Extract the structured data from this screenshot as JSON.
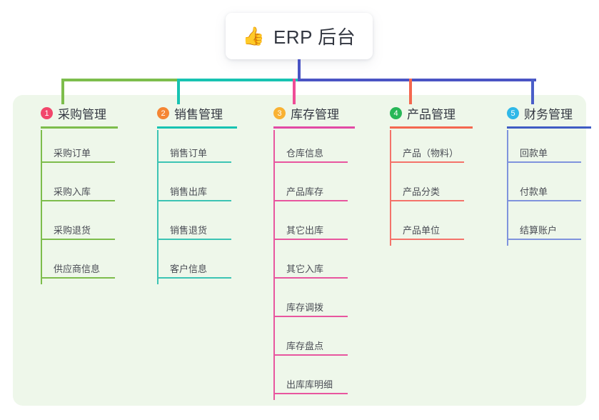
{
  "root": {
    "title": "ERP 后台",
    "icon": "thumbs-up-icon",
    "emoji": "👍"
  },
  "panel": {
    "background": "#eef7ea"
  },
  "trunk": {
    "color": "#4a54c4"
  },
  "columns": [
    {
      "number": "1",
      "label": "采购管理",
      "badge_color": "#f2466b",
      "rule_color": "#7dbd4c",
      "line_color": "#7dbd4c",
      "connector_color": "#7dbd4c",
      "items": [
        {
          "label": "采购订单"
        },
        {
          "label": "采购入库"
        },
        {
          "label": "采购退货"
        },
        {
          "label": "供应商信息"
        }
      ]
    },
    {
      "number": "2",
      "label": "销售管理",
      "badge_color": "#f58634",
      "rule_color": "#17c3b2",
      "line_color": "#3cc4b4",
      "connector_color": "#17c3b2",
      "items": [
        {
          "label": "销售订单"
        },
        {
          "label": "销售出库"
        },
        {
          "label": "销售退货"
        },
        {
          "label": "客户信息"
        }
      ]
    },
    {
      "number": "3",
      "label": "库存管理",
      "badge_color": "#f9b233",
      "rule_color": "#e24aa5",
      "line_color": "#e8569f",
      "connector_color": "#ef4d97",
      "items": [
        {
          "label": "仓库信息"
        },
        {
          "label": "产品库存"
        },
        {
          "label": "其它出库"
        },
        {
          "label": "其它入库"
        },
        {
          "label": "库存调拨"
        },
        {
          "label": "库存盘点"
        },
        {
          "label": "出库库明细"
        }
      ]
    },
    {
      "number": "4",
      "label": "产品管理",
      "badge_color": "#27b757",
      "rule_color": "#f4674f",
      "line_color": "#f4736a",
      "connector_color": "#f4674f",
      "items": [
        {
          "label": "产品（物料）"
        },
        {
          "label": "产品分类"
        },
        {
          "label": "产品单位"
        }
      ]
    },
    {
      "number": "5",
      "label": "财务管理",
      "badge_color": "#2fb8e8",
      "rule_color": "#3f5cc4",
      "line_color": "#7f93dd",
      "connector_color": "#4a5ec9",
      "items": [
        {
          "label": "回款单"
        },
        {
          "label": "付款单"
        },
        {
          "label": "结算账户"
        }
      ]
    }
  ],
  "connector_bar": {
    "segments": [
      {
        "color": "#7dbd4c"
      },
      {
        "color": "#17c3b2"
      },
      {
        "color": "#4a54c4"
      },
      {
        "color": "#4a54c4"
      }
    ]
  }
}
